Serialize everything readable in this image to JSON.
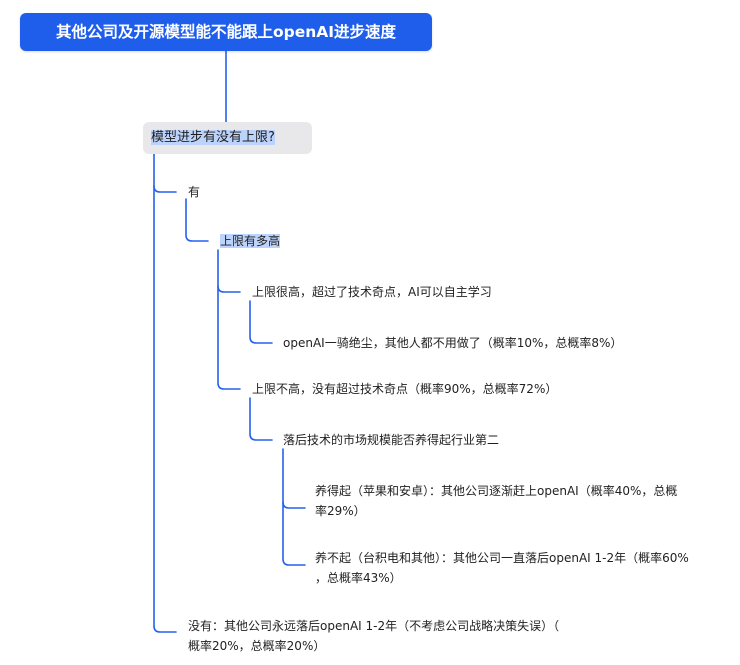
{
  "root": {
    "label": "其他公司及开源模型能不能跟上openAI进步速度"
  },
  "topic": {
    "label": "模型进步有没有上限?"
  },
  "yes": {
    "label": "有",
    "child": {
      "label": "上限有多高",
      "high": {
        "label": "上限很高，超过了技术奇点，AI可以自主学习",
        "outcome": "openAI一骑绝尘，其他人都不用做了（概率10%，总概率8%）"
      },
      "low": {
        "label": "上限不高，没有超过技术奇点（概率90%，总概率72%）",
        "question": {
          "label": "落后技术的市场规模能否养得起行业第二",
          "yes_line1": "养得起（苹果和安卓）：其他公司逐渐赶上openAI（概率40%，总概",
          "yes_line2": "率29%）",
          "no_line1": "养不起（台积电和其他）：其他公司一直落后openAI 1-2年（概率60%",
          "no_line2": "，总概率43%）"
        }
      }
    }
  },
  "no": {
    "line1": "没有：其他公司永远落后openAI 1-2年（不考虑公司战略决策失误）（",
    "line2": "概率20%，总概率20%）"
  },
  "colors": {
    "root_bg": "#1f5eeb",
    "connector": "#2463eb",
    "highlight": "#bcd3fb",
    "topic_bg": "#e8e8ea"
  }
}
